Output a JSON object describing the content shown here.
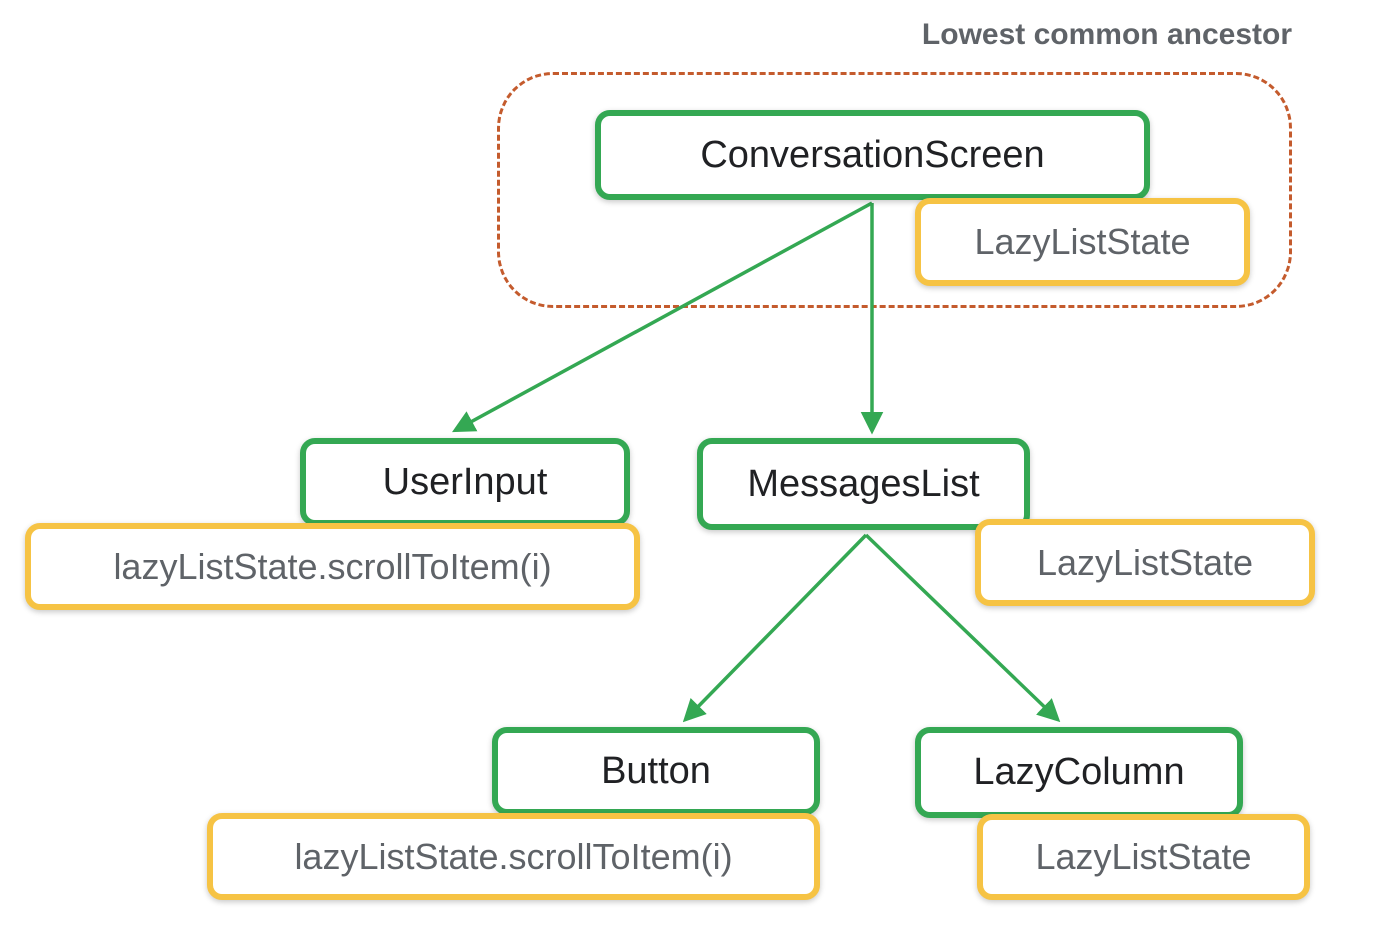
{
  "colors": {
    "green": "#34a853",
    "yellow": "#f6c344",
    "dashed": "#c45b2d",
    "text-dark": "#202124",
    "text-gray": "#5f6368"
  },
  "annotation": {
    "lowest_common_ancestor": "Lowest common ancestor"
  },
  "tree": {
    "root": {
      "label": "ConversationScreen",
      "state": "LazyListState"
    },
    "user_input": {
      "label": "UserInput",
      "call": "lazyListState.scrollToItem(i)"
    },
    "messages_list": {
      "label": "MessagesList",
      "state": "LazyListState"
    },
    "button": {
      "label": "Button",
      "call": "lazyListState.scrollToItem(i)"
    },
    "lazy_column": {
      "label": "LazyColumn",
      "state": "LazyListState"
    }
  }
}
